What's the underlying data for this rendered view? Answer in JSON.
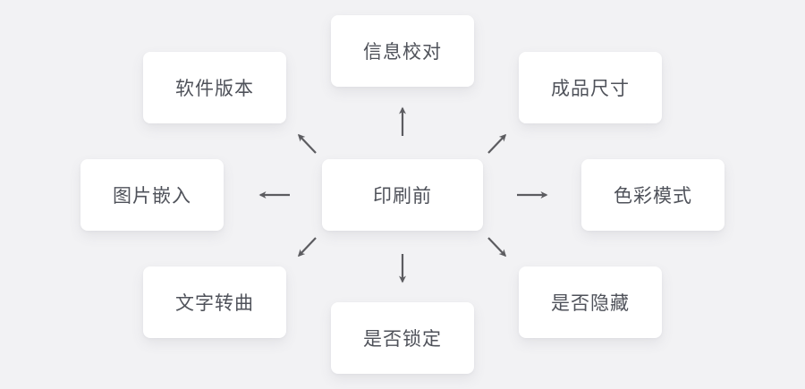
{
  "diagram": {
    "title": "printing-precheck-mindmap",
    "center": {
      "label": "印刷前"
    },
    "nodes": [
      {
        "id": "top",
        "label": "信息校对"
      },
      {
        "id": "top-left",
        "label": "软件版本"
      },
      {
        "id": "top-right",
        "label": "成品尺寸"
      },
      {
        "id": "left",
        "label": "图片嵌入"
      },
      {
        "id": "right",
        "label": "色彩模式"
      },
      {
        "id": "bottom-left",
        "label": "文字转曲"
      },
      {
        "id": "bottom",
        "label": "是否锁定"
      },
      {
        "id": "bottom-right",
        "label": "是否隐藏"
      }
    ],
    "edges": [
      {
        "from": "印刷前",
        "to": "信息校对",
        "direction": "up"
      },
      {
        "from": "印刷前",
        "to": "软件版本",
        "direction": "up-left"
      },
      {
        "from": "印刷前",
        "to": "成品尺寸",
        "direction": "up-right"
      },
      {
        "from": "印刷前",
        "to": "图片嵌入",
        "direction": "left"
      },
      {
        "from": "印刷前",
        "to": "色彩模式",
        "direction": "right"
      },
      {
        "from": "印刷前",
        "to": "文字转曲",
        "direction": "down-left"
      },
      {
        "from": "印刷前",
        "to": "是否锁定",
        "direction": "down"
      },
      {
        "from": "印刷前",
        "to": "是否隐藏",
        "direction": "down-right"
      }
    ],
    "colors": {
      "background": "#f2f2f4",
      "card": "#ffffff",
      "text": "#4f525a",
      "arrow": "#5c5c60"
    }
  }
}
